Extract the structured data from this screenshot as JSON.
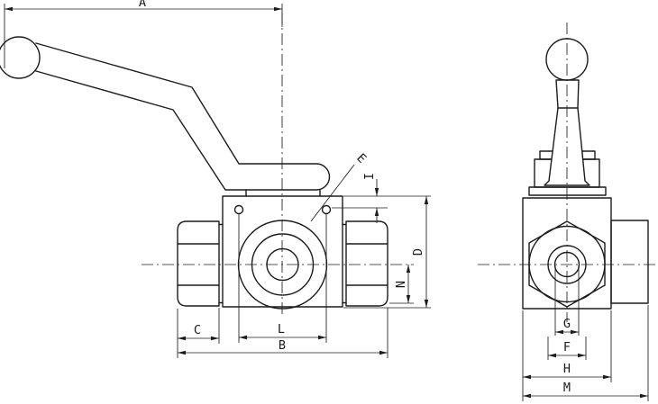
{
  "figure": {
    "background": "#ffffff",
    "line_color": "#1c1c1c",
    "description_labels_note": "dimension letters visible on drawing",
    "labels": {
      "A": "A",
      "B": "B",
      "C": "C",
      "D": "D",
      "E": "E",
      "F": "F",
      "G": "G",
      "H": "H",
      "I": "I",
      "L": "L",
      "M": "M",
      "N": "N"
    }
  }
}
